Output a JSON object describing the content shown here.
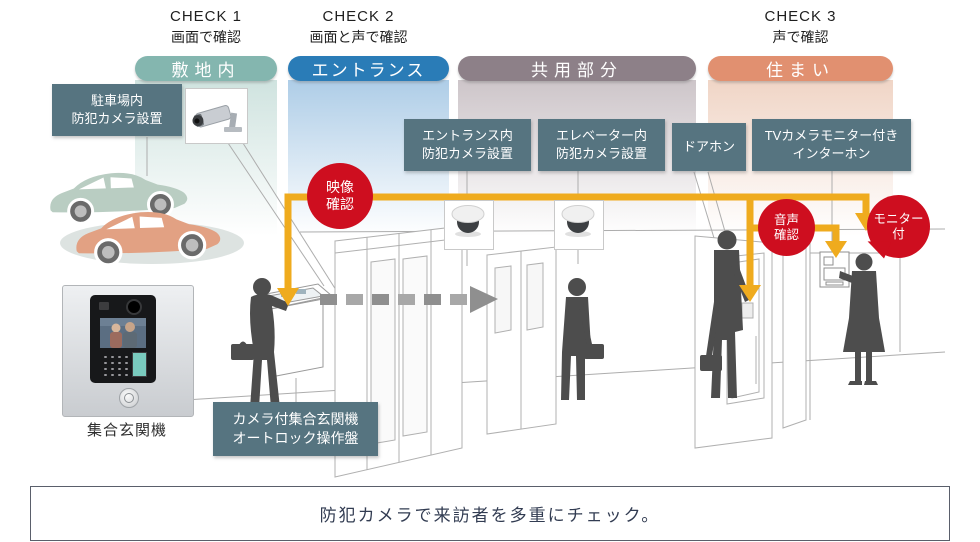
{
  "header": {
    "checks": [
      {
        "title": "CHECK 1",
        "subtitle": "画面で確認"
      },
      {
        "title": "CHECK 2",
        "subtitle": "画面と声で確認"
      },
      {
        "title": "CHECK 3",
        "subtitle": "声で確認"
      }
    ]
  },
  "zones": [
    {
      "label": "敷地内",
      "color": "#84b6af"
    },
    {
      "label": "エントランス",
      "color": "#2a7cb7"
    },
    {
      "label": "共用部分",
      "color": "#8d8088"
    },
    {
      "label": "住まい",
      "color": "#e19070"
    }
  ],
  "equipment_labels": {
    "parking_camera": "駐車場内\n防犯カメラ設置",
    "entrance_camera": "エントランス内\n防犯カメラ設置",
    "elevator_camera": "エレベーター内\n防犯カメラ設置",
    "doorphone": "ドアホン",
    "tv_intercom": "TVカメラモニター付き\nインターホン",
    "lobby_panel": "カメラ付集合玄関機\nオートロック操作盤",
    "entrance_unit": "集合玄関機"
  },
  "badges": {
    "video_check": "映像\n確認",
    "audio_check": "音声\n確認",
    "monitor": "モニター\n付"
  },
  "caption": "防犯カメラで来訪者を多重にチェック。",
  "colors": {
    "label_box": "#567480",
    "badge_red": "#ce0e1f",
    "arrow_yellow": "#efab1e",
    "car_green": "#b9cdc2",
    "car_salmon": "#e2a183",
    "silhouette": "#4d4d4d"
  }
}
